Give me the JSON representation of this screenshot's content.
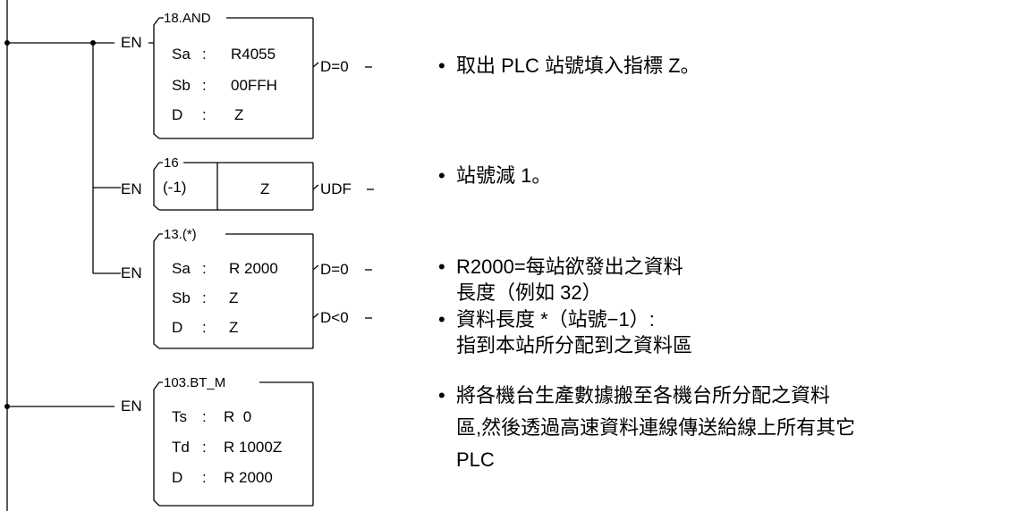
{
  "blocks": [
    {
      "id": "18.AND",
      "input": "EN",
      "title": "18.AND",
      "rows": [
        {
          "name": "Sa",
          "sep": ":",
          "value": "R4055"
        },
        {
          "name": "Sb",
          "sep": ":",
          "value": "00FFH"
        },
        {
          "name": "D",
          "sep": ":",
          "value": "Z"
        }
      ],
      "outputs": [
        "D=0"
      ]
    },
    {
      "id": "16",
      "input": "EN",
      "title": "16",
      "operand_left": "(-1)",
      "operand_right": "Z",
      "outputs": [
        "UDF"
      ]
    },
    {
      "id": "13.(*)",
      "input": "EN",
      "title": "13.(*)",
      "rows": [
        {
          "name": "Sa",
          "sep": ":",
          "value": "R 2000"
        },
        {
          "name": "Sb",
          "sep": ":",
          "value": "Z"
        },
        {
          "name": "D",
          "sep": ":",
          "value": "Z"
        }
      ],
      "outputs": [
        "D=0",
        "D<0"
      ]
    },
    {
      "id": "103.BT_M",
      "input": "EN",
      "title": "103.BT_M",
      "rows": [
        {
          "name": "Ts",
          "sep": ":",
          "value": "R  0"
        },
        {
          "name": "Td",
          "sep": ":",
          "value": "R 1000Z"
        },
        {
          "name": "D",
          "sep": ":",
          "value": "R 2000"
        }
      ],
      "outputs": []
    }
  ],
  "notes": [
    {
      "bullet": "•",
      "lines": [
        "取出 PLC 站號填入指標 Z。"
      ]
    },
    {
      "bullet": "•",
      "lines": [
        "站號減 1。"
      ]
    },
    {
      "bullet": "•",
      "lines": [
        "R2000=每站欲發出之資料",
        "長度（例如 32）"
      ]
    },
    {
      "bullet": "•",
      "lines": [
        "資料長度 *（站號−1）:",
        "指到本站所分配到之資料區"
      ]
    },
    {
      "bullet": "•",
      "lines": [
        "將各機台生產數據搬至各機台所分配之資料",
        "區,然後透過高速資料連線傳送給線上所有其它",
        "PLC"
      ]
    }
  ]
}
